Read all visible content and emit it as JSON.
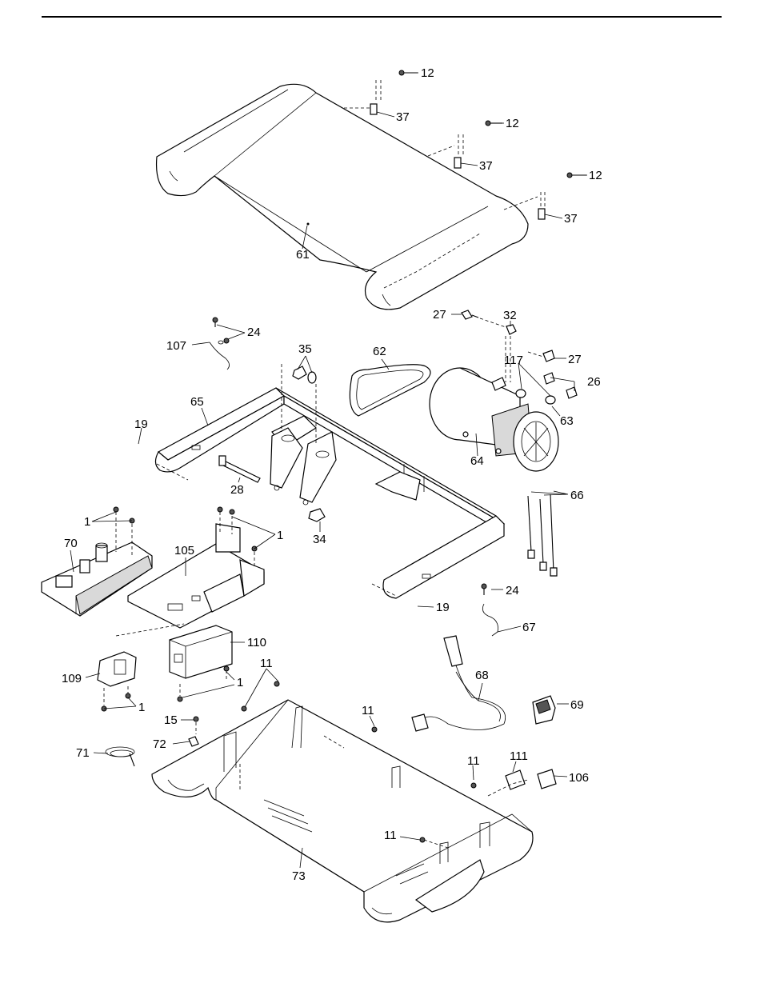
{
  "diagram": {
    "callouts": [
      "12",
      "37",
      "12",
      "37",
      "12",
      "37",
      "61",
      "27",
      "32",
      "24",
      "107",
      "35",
      "62",
      "27",
      "117",
      "26",
      "63",
      "65",
      "19",
      "64",
      "28",
      "66",
      "34",
      "1",
      "1",
      "70",
      "105",
      "24",
      "19",
      "67",
      "110",
      "68",
      "69",
      "11",
      "109",
      "1",
      "1",
      "11",
      "15",
      "72",
      "71",
      "111",
      "106",
      "11",
      "11",
      "73"
    ]
  }
}
